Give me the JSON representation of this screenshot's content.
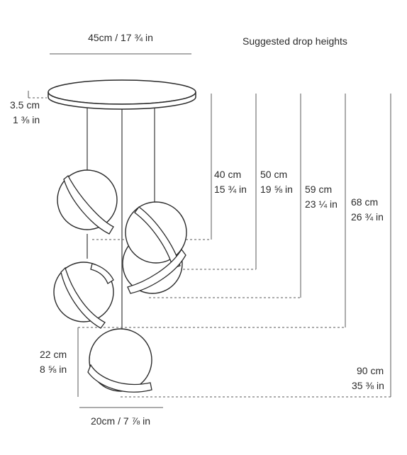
{
  "labels": {
    "canopy_width": "45cm / 17 ¾ in",
    "suggested_title": "Suggested drop heights",
    "canopy_height_cm": "3.5 cm",
    "canopy_height_in": "1 ⅜ in",
    "globe_height_cm": "22 cm",
    "globe_height_in": "8 ⅝ in",
    "globe_width": "20cm / 7 ⅞ in"
  },
  "drops": [
    {
      "cm": "40 cm",
      "in": "15 ¾ in"
    },
    {
      "cm": "50 cm",
      "in": "19 ⅝ in"
    },
    {
      "cm": "59 cm",
      "in": "23 ¼ in"
    },
    {
      "cm": "68 cm",
      "in": "26 ¾ in"
    },
    {
      "cm": "90 cm",
      "in": "35 ⅜ in"
    }
  ]
}
